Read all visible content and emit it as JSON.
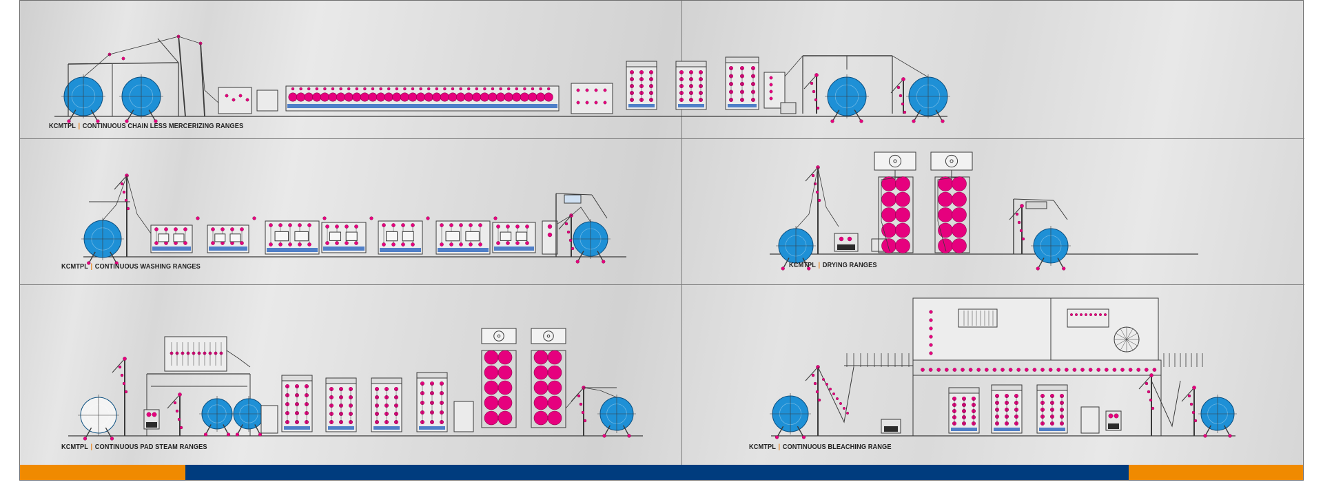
{
  "brand": "KCMTPL",
  "separator": "|",
  "sections": [
    {
      "id": "chainless-mercerizing",
      "title": "CONTINUOUS CHAIN LESS MERCERIZING RANGES"
    },
    {
      "id": "washing",
      "title": "CONTINUOUS WASHING RANGES"
    },
    {
      "id": "drying",
      "title": "DRYING RANGES"
    },
    {
      "id": "pad-steam",
      "title": "CONTINUOUS PAD STEAM RANGES"
    },
    {
      "id": "bleaching",
      "title": "CONTINUOUS BLEACHING RANGE"
    }
  ],
  "colors": {
    "roller_magenta": "#e6007e",
    "batch_blue": "#1e90d6",
    "line": "#3a3a3a",
    "tank_blue": "#4f7fc8",
    "band_orange": "#f08a00",
    "band_navy": "#003c7e",
    "separator_orange": "#e8831b"
  },
  "band_segments": [
    "orange",
    "navy",
    "orange"
  ]
}
